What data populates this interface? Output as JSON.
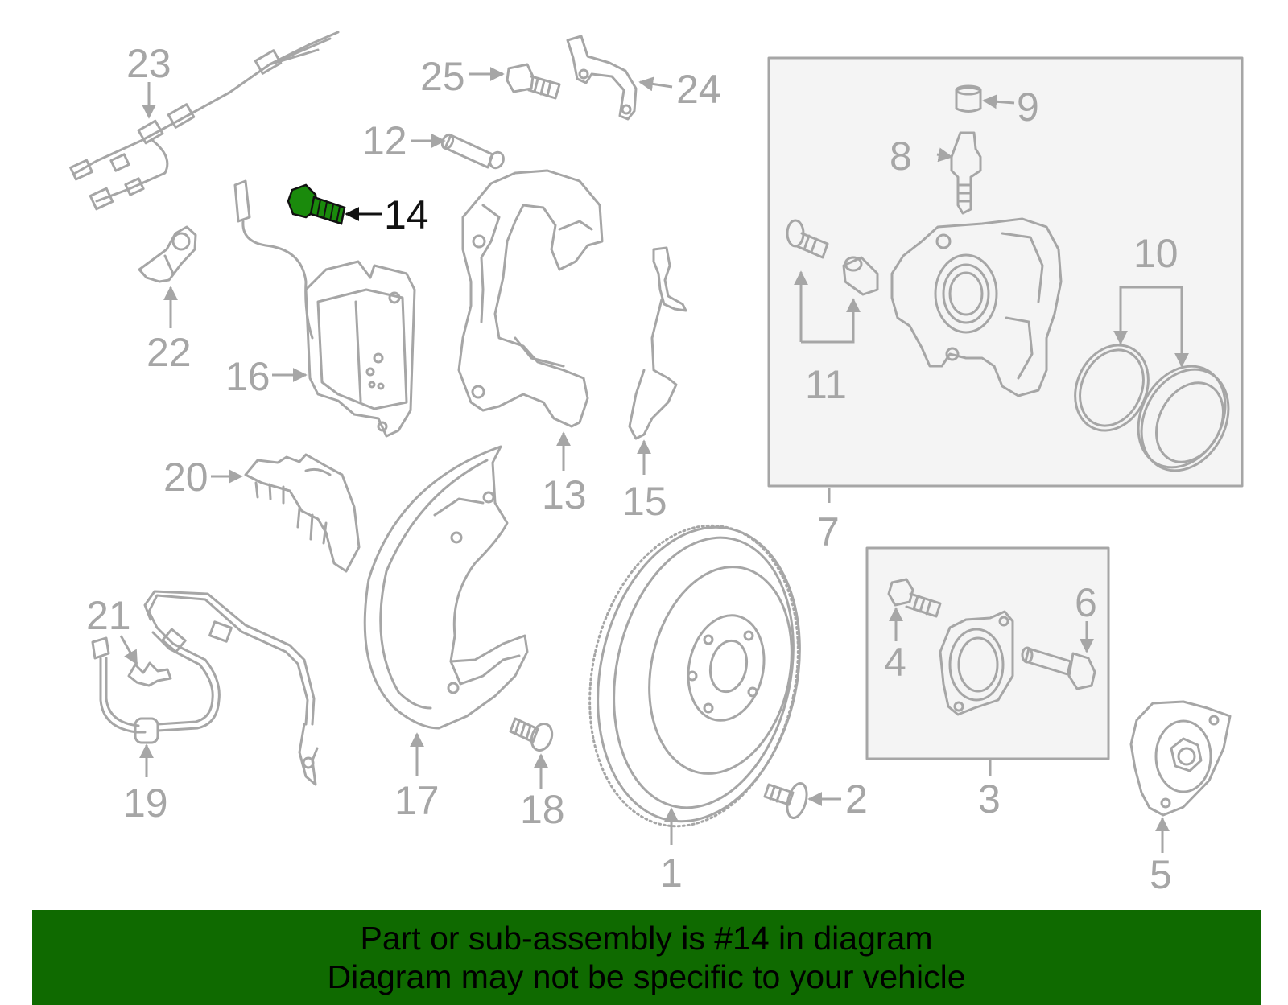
{
  "diagram": {
    "highlight_part": "14",
    "callouts": [
      "1",
      "2",
      "3",
      "4",
      "5",
      "6",
      "7",
      "8",
      "9",
      "10",
      "11",
      "12",
      "13",
      "14",
      "15",
      "16",
      "17",
      "18",
      "19",
      "20",
      "21",
      "22",
      "23",
      "24",
      "25"
    ]
  },
  "footer": {
    "line1": "Part or sub-assembly is #14 in diagram",
    "line2": "Diagram may not be specific to your vehicle"
  },
  "colors": {
    "line_art": "#a6a6a6",
    "highlight": "#1a8a0c",
    "footer_bg": "#0f6a00",
    "footer_text": "#000000"
  }
}
